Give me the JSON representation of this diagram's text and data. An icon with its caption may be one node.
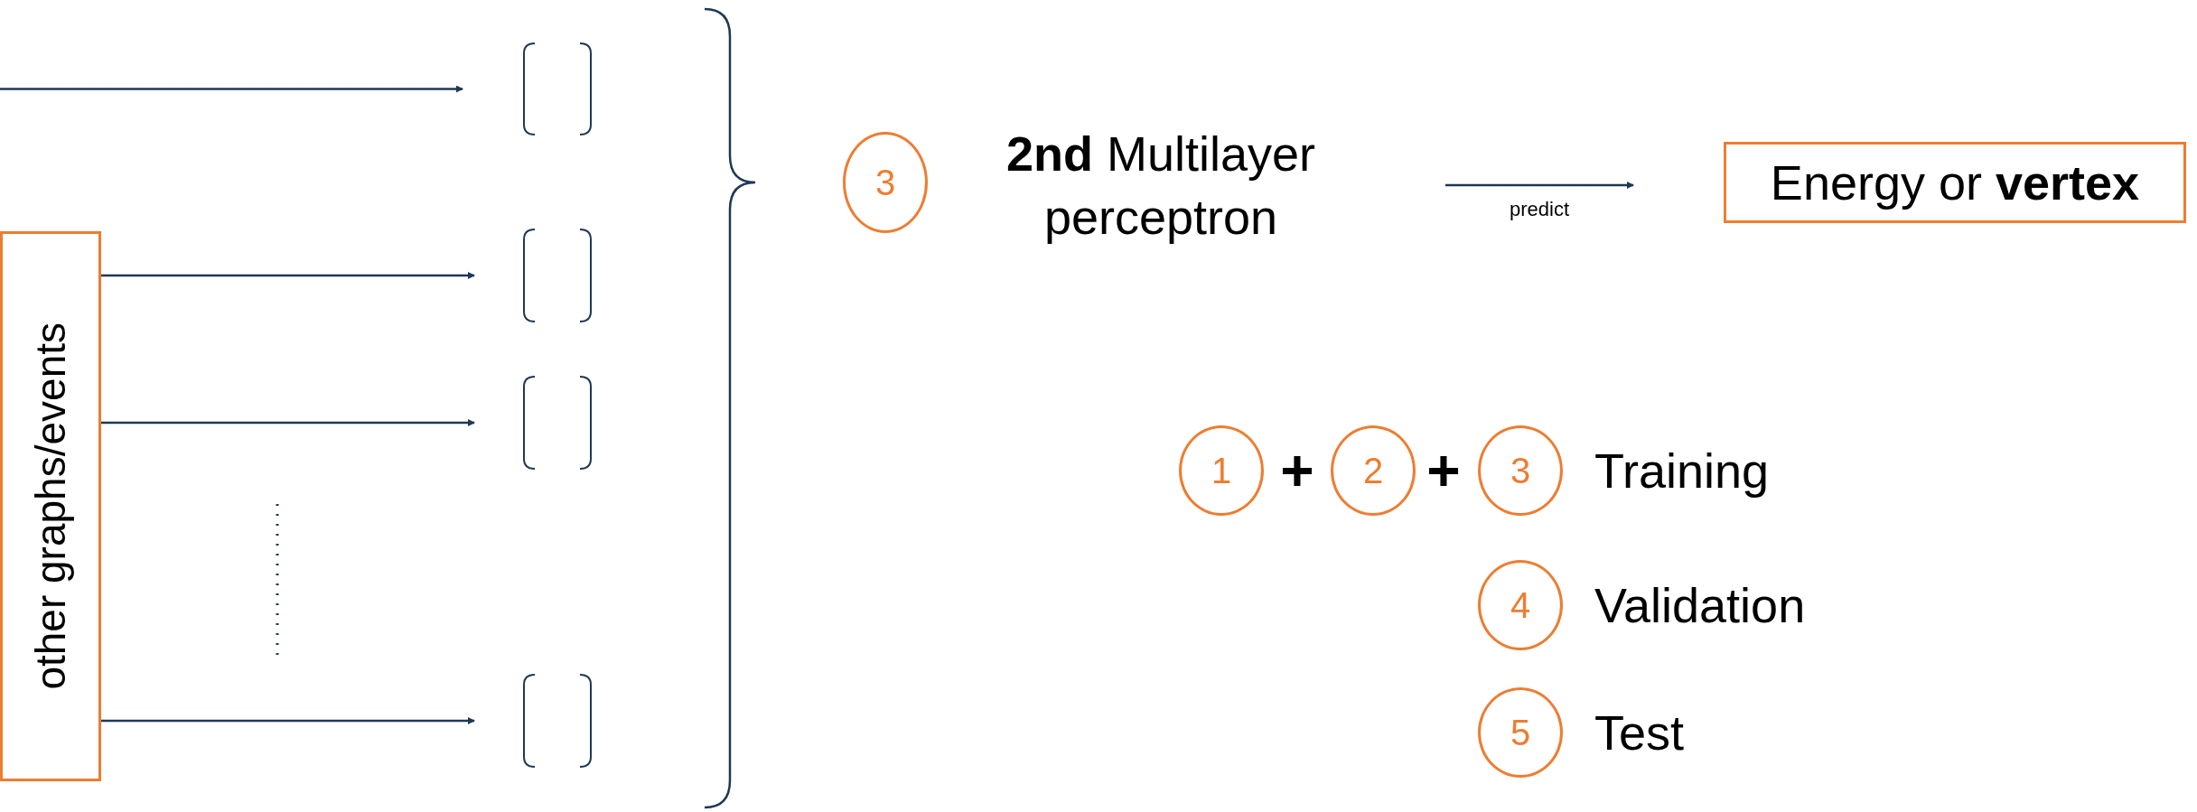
{
  "diagram": {
    "nodes": [
      {
        "text": [],
        "shape": "bracket"
      },
      {
        "text": [
          "other graphs/events"
        ]
      },
      {
        "text": [],
        "shape": "bracket"
      },
      {
        "text": [],
        "shape": "bracket"
      },
      {
        "text": [],
        "shape": "bracket"
      },
      {
        "text": [
          "3"
        ]
      },
      {
        "text": [
          "**2nd** Multilayer perceptron"
        ]
      },
      {
        "text": [
          "Energy or **vertex**"
        ]
      },
      {
        "text": [
          "1"
        ]
      },
      {
        "text": [
          "2"
        ]
      },
      {
        "text": [
          "3"
        ],
        "beside": [
          "Training"
        ]
      },
      {
        "text": [
          "4"
        ],
        "beside": [
          "Validation"
        ]
      },
      {
        "text": [
          "5"
        ],
        "beside": [
          "Test"
        ]
      }
    ],
    "edges": [
      {
        "from": null,
        "to": 0,
        "arrow": "to"
      },
      {
        "from": 1,
        "to": 2,
        "arrow": "to"
      },
      {
        "from": 1,
        "to": 3,
        "arrow": "to"
      },
      {
        "from": 1,
        "to": 4,
        "arrow": "to"
      },
      {
        "from": 6,
        "to": 7,
        "arrow": "to",
        "label": "predict"
      }
    ],
    "labels": [
      "+",
      "+"
    ]
  }
}
